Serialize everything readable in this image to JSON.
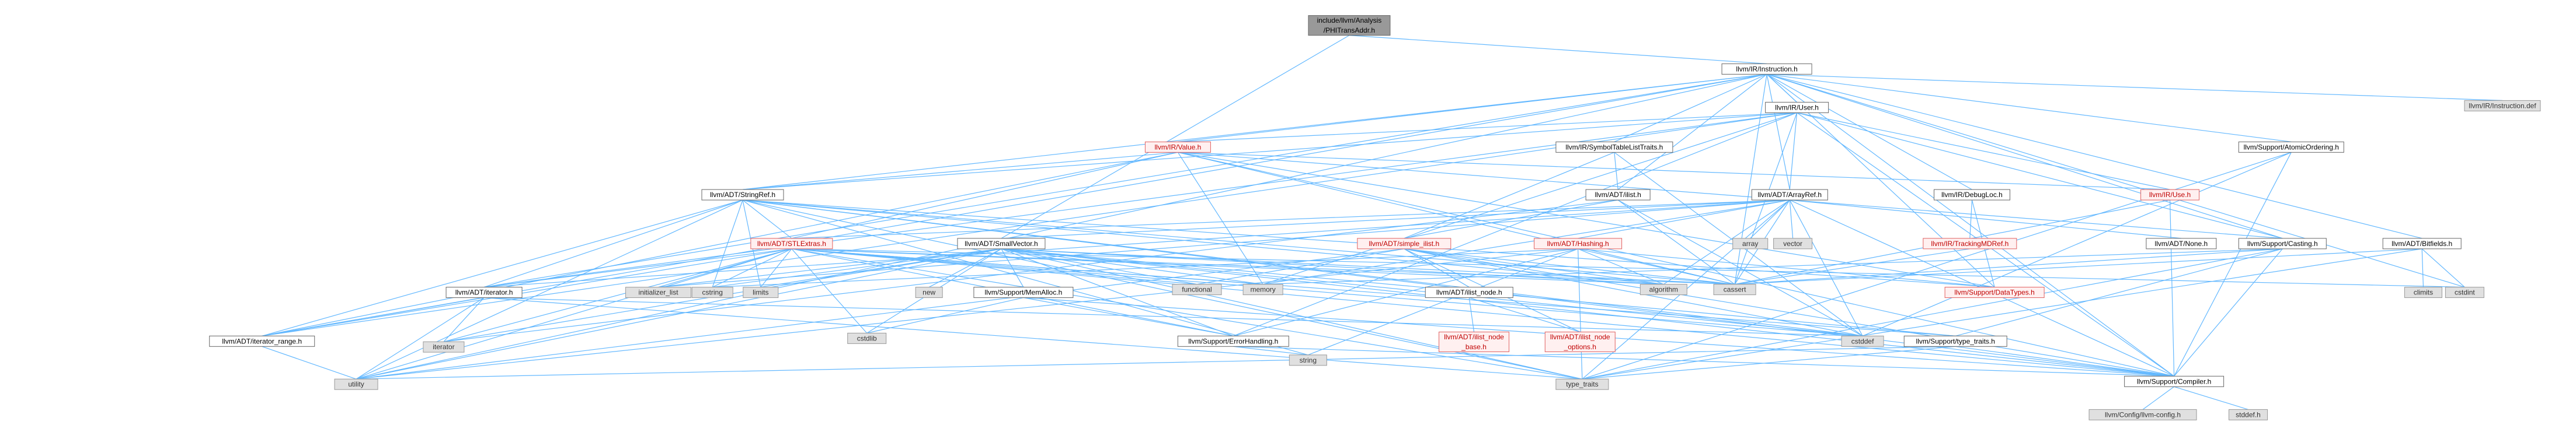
{
  "graph": {
    "edge_color": "#63b8ff",
    "nodes": [
      {
        "id": "root",
        "lines": [
          "include/llvm/Analysis",
          "/PHITransAddr.h"
        ],
        "style": "root"
      },
      {
        "id": "instruction",
        "lines": [
          "llvm/IR/Instruction.h"
        ],
        "style": "doc"
      },
      {
        "id": "user",
        "lines": [
          "llvm/IR/User.h"
        ],
        "style": "doc"
      },
      {
        "id": "value",
        "lines": [
          "llvm/IR/Value.h"
        ],
        "style": "red"
      },
      {
        "id": "symtab",
        "lines": [
          "llvm/IR/SymbolTableListTraits.h"
        ],
        "style": "doc"
      },
      {
        "id": "atomic",
        "lines": [
          "llvm/Support/AtomicOrdering.h"
        ],
        "style": "doc"
      },
      {
        "id": "instdef",
        "lines": [
          "llvm/IR/Instruction.def"
        ],
        "style": "sys"
      },
      {
        "id": "stringref",
        "lines": [
          "llvm/ADT/StringRef.h"
        ],
        "style": "doc"
      },
      {
        "id": "ilist",
        "lines": [
          "llvm/ADT/ilist.h"
        ],
        "style": "doc"
      },
      {
        "id": "arrayref",
        "lines": [
          "llvm/ADT/ArrayRef.h"
        ],
        "style": "doc"
      },
      {
        "id": "debugloc",
        "lines": [
          "llvm/IR/DebugLoc.h"
        ],
        "style": "doc"
      },
      {
        "id": "use",
        "lines": [
          "llvm/IR/Use.h"
        ],
        "style": "red"
      },
      {
        "id": "casting",
        "lines": [
          "llvm/Support/Casting.h"
        ],
        "style": "doc"
      },
      {
        "id": "bitfields",
        "lines": [
          "llvm/ADT/Bitfields.h"
        ],
        "style": "doc"
      },
      {
        "id": "stlextras",
        "lines": [
          "llvm/ADT/STLExtras.h"
        ],
        "style": "red"
      },
      {
        "id": "smallvector",
        "lines": [
          "llvm/ADT/SmallVector.h"
        ],
        "style": "doc"
      },
      {
        "id": "simplelist",
        "lines": [
          "llvm/ADT/simple_ilist.h"
        ],
        "style": "red"
      },
      {
        "id": "hashing",
        "lines": [
          "llvm/ADT/Hashing.h"
        ],
        "style": "red"
      },
      {
        "id": "trackingmd",
        "lines": [
          "llvm/IR/TrackingMDRef.h"
        ],
        "style": "red"
      },
      {
        "id": "none",
        "lines": [
          "llvm/ADT/None.h"
        ],
        "style": "doc"
      },
      {
        "id": "iterator",
        "lines": [
          "llvm/ADT/iterator.h"
        ],
        "style": "doc"
      },
      {
        "id": "memalloc",
        "lines": [
          "llvm/Support/MemAlloc.h"
        ],
        "style": "doc"
      },
      {
        "id": "ilistnode",
        "lines": [
          "llvm/ADT/ilist_node.h"
        ],
        "style": "doc"
      },
      {
        "id": "datatypes",
        "lines": [
          "llvm/Support/DataTypes.h"
        ],
        "style": "red"
      },
      {
        "id": "iterrange",
        "lines": [
          "llvm/ADT/iterator_range.h"
        ],
        "style": "doc"
      },
      {
        "id": "errhandling",
        "lines": [
          "llvm/Support/ErrorHandling.h"
        ],
        "style": "doc"
      },
      {
        "id": "nodebase",
        "lines": [
          "llvm/ADT/ilist_node",
          "_base.h"
        ],
        "style": "red"
      },
      {
        "id": "nodeopts",
        "lines": [
          "llvm/ADT/ilist_node",
          "_options.h"
        ],
        "style": "red"
      },
      {
        "id": "typetraitsh",
        "lines": [
          "llvm/Support/type_traits.h"
        ],
        "style": "doc"
      },
      {
        "id": "compiler",
        "lines": [
          "llvm/Support/Compiler.h"
        ],
        "style": "doc"
      },
      {
        "id": "config",
        "lines": [
          "llvm/Config/llvm-config.h"
        ],
        "style": "sys"
      },
      {
        "id": "stddef",
        "lines": [
          "stddef.h"
        ],
        "style": "sys"
      },
      {
        "id": "utility",
        "lines": [
          "utility"
        ],
        "style": "sys"
      },
      {
        "id": "string",
        "lines": [
          "string"
        ],
        "style": "sys"
      },
      {
        "id": "type_traits",
        "lines": [
          "type_traits"
        ],
        "style": "sys"
      },
      {
        "id": "iteratorstd",
        "lines": [
          "iterator"
        ],
        "style": "sys"
      },
      {
        "id": "cstddef",
        "lines": [
          "cstddef"
        ],
        "style": "sys"
      },
      {
        "id": "cassert",
        "lines": [
          "cassert"
        ],
        "style": "sys"
      },
      {
        "id": "algorithm",
        "lines": [
          "algorithm"
        ],
        "style": "sys"
      },
      {
        "id": "memory",
        "lines": [
          "memory"
        ],
        "style": "sys"
      },
      {
        "id": "functional",
        "lines": [
          "functional"
        ],
        "style": "sys"
      },
      {
        "id": "initlist",
        "lines": [
          "initializer_list"
        ],
        "style": "sys"
      },
      {
        "id": "cstring",
        "lines": [
          "cstring"
        ],
        "style": "sys"
      },
      {
        "id": "limits",
        "lines": [
          "limits"
        ],
        "style": "sys"
      },
      {
        "id": "new",
        "lines": [
          "new"
        ],
        "style": "sys"
      },
      {
        "id": "cstdlib",
        "lines": [
          "cstdlib"
        ],
        "style": "sys"
      },
      {
        "id": "array",
        "lines": [
          "array"
        ],
        "style": "sys"
      },
      {
        "id": "vector",
        "lines": [
          "vector"
        ],
        "style": "sys"
      },
      {
        "id": "cstdint",
        "lines": [
          "cstdint"
        ],
        "style": "sys"
      },
      {
        "id": "climits",
        "lines": [
          "climits"
        ],
        "style": "sys"
      }
    ],
    "edges": [
      [
        "root",
        "instruction"
      ],
      [
        "root",
        "smallvector"
      ],
      [
        "instruction",
        "user"
      ],
      [
        "instruction",
        "value"
      ],
      [
        "instruction",
        "symtab"
      ],
      [
        "instruction",
        "atomic"
      ],
      [
        "instruction",
        "instdef"
      ],
      [
        "instruction",
        "stringref"
      ],
      [
        "instruction",
        "ilist"
      ],
      [
        "instruction",
        "arrayref"
      ],
      [
        "instruction",
        "debugloc"
      ],
      [
        "instruction",
        "casting"
      ],
      [
        "instruction",
        "bitfields"
      ],
      [
        "instruction",
        "iterrange"
      ],
      [
        "instruction",
        "utility"
      ],
      [
        "instruction",
        "cstdint"
      ],
      [
        "instruction",
        "compiler"
      ],
      [
        "instruction",
        "cassert"
      ],
      [
        "instruction",
        "datatypes"
      ],
      [
        "instruction",
        "iterator"
      ],
      [
        "user",
        "value"
      ],
      [
        "user",
        "use"
      ],
      [
        "user",
        "casting"
      ],
      [
        "user",
        "compiler"
      ],
      [
        "user",
        "errhandling"
      ],
      [
        "user",
        "cassert"
      ],
      [
        "user",
        "iterator"
      ],
      [
        "user",
        "arrayref"
      ],
      [
        "user",
        "iterrange"
      ],
      [
        "user",
        "stringref"
      ],
      [
        "user",
        "memory"
      ],
      [
        "value",
        "stlextras"
      ],
      [
        "value",
        "stringref"
      ],
      [
        "value",
        "use"
      ],
      [
        "value",
        "casting"
      ],
      [
        "value",
        "compiler"
      ],
      [
        "value",
        "cassert"
      ],
      [
        "value",
        "iterrange"
      ],
      [
        "value",
        "memory"
      ],
      [
        "value",
        "datatypes"
      ],
      [
        "symtab",
        "simplelist"
      ],
      [
        "symtab",
        "ilist"
      ],
      [
        "symtab",
        "cstddef"
      ],
      [
        "atomic",
        "compiler"
      ],
      [
        "atomic",
        "type_traits"
      ],
      [
        "atomic",
        "cstddef"
      ],
      [
        "stringref",
        "stlextras"
      ],
      [
        "stringref",
        "iterrange"
      ],
      [
        "stringref",
        "compiler"
      ],
      [
        "stringref",
        "algorithm"
      ],
      [
        "stringref",
        "cassert"
      ],
      [
        "stringref",
        "cstddef"
      ],
      [
        "stringref",
        "cstring"
      ],
      [
        "stringref",
        "limits"
      ],
      [
        "stringref",
        "string"
      ],
      [
        "stringref",
        "type_traits"
      ],
      [
        "stringref",
        "utility"
      ],
      [
        "stringref",
        "iterator"
      ],
      [
        "stringref",
        "datatypes"
      ],
      [
        "ilist",
        "simplelist"
      ],
      [
        "ilist",
        "cassert"
      ],
      [
        "ilist",
        "cstddef"
      ],
      [
        "ilist",
        "iteratorstd"
      ],
      [
        "arrayref",
        "hashing"
      ],
      [
        "arrayref",
        "none"
      ],
      [
        "arrayref",
        "smallvector"
      ],
      [
        "arrayref",
        "stlextras"
      ],
      [
        "arrayref",
        "compiler"
      ],
      [
        "arrayref",
        "algorithm"
      ],
      [
        "arrayref",
        "array"
      ],
      [
        "arrayref",
        "cassert"
      ],
      [
        "arrayref",
        "cstddef"
      ],
      [
        "arrayref",
        "initlist"
      ],
      [
        "arrayref",
        "iterator"
      ],
      [
        "arrayref",
        "memory"
      ],
      [
        "arrayref",
        "type_traits"
      ],
      [
        "arrayref",
        "vector"
      ],
      [
        "debugloc",
        "trackingmd"
      ],
      [
        "debugloc",
        "datatypes"
      ],
      [
        "use",
        "compiler"
      ],
      [
        "use",
        "cassert"
      ],
      [
        "casting",
        "compiler"
      ],
      [
        "casting",
        "typetraitsh"
      ],
      [
        "casting",
        "cassert"
      ],
      [
        "casting",
        "memory"
      ],
      [
        "casting",
        "type_traits"
      ],
      [
        "bitfields",
        "cassert"
      ],
      [
        "bitfields",
        "climits"
      ],
      [
        "bitfields",
        "cstdint"
      ],
      [
        "bitfields",
        "type_traits"
      ],
      [
        "stlextras",
        "iterator"
      ],
      [
        "stlextras",
        "iterrange"
      ],
      [
        "stlextras",
        "compiler"
      ],
      [
        "stlextras",
        "errhandling"
      ],
      [
        "stlextras",
        "typetraitsh"
      ],
      [
        "stlextras",
        "algorithm"
      ],
      [
        "stlextras",
        "cassert"
      ],
      [
        "stlextras",
        "cstddef"
      ],
      [
        "stlextras",
        "cstdint"
      ],
      [
        "stlextras",
        "cstdlib"
      ],
      [
        "stlextras",
        "functional"
      ],
      [
        "stlextras",
        "initlist"
      ],
      [
        "stlextras",
        "iteratorstd"
      ],
      [
        "stlextras",
        "limits"
      ],
      [
        "stlextras",
        "memory"
      ],
      [
        "stlextras",
        "utility"
      ],
      [
        "stlextras",
        "type_traits"
      ],
      [
        "stlextras",
        "cstring"
      ],
      [
        "smallvector",
        "compiler"
      ],
      [
        "smallvector",
        "memalloc"
      ],
      [
        "smallvector",
        "typetraitsh"
      ],
      [
        "smallvector",
        "algorithm"
      ],
      [
        "smallvector",
        "cassert"
      ],
      [
        "smallvector",
        "cstddef"
      ],
      [
        "smallvector",
        "cstdlib"
      ],
      [
        "smallvector",
        "cstring"
      ],
      [
        "smallvector",
        "functional"
      ],
      [
        "smallvector",
        "initlist"
      ],
      [
        "smallvector",
        "iteratorstd"
      ],
      [
        "smallvector",
        "limits"
      ],
      [
        "smallvector",
        "memory"
      ],
      [
        "smallvector",
        "new"
      ],
      [
        "smallvector",
        "type_traits"
      ],
      [
        "smallvector",
        "utility"
      ],
      [
        "smallvector",
        "errhandling"
      ],
      [
        "simplelist",
        "ilistnode"
      ],
      [
        "simplelist",
        "nodeopts"
      ],
      [
        "simplelist",
        "compiler"
      ],
      [
        "simplelist",
        "algorithm"
      ],
      [
        "simplelist",
        "cassert"
      ],
      [
        "simplelist",
        "cstddef"
      ],
      [
        "simplelist",
        "functional"
      ],
      [
        "simplelist",
        "utility"
      ],
      [
        "hashing",
        "errhandling"
      ],
      [
        "hashing",
        "datatypes"
      ],
      [
        "hashing",
        "algorithm"
      ],
      [
        "hashing",
        "cassert"
      ],
      [
        "hashing",
        "cstring"
      ],
      [
        "hashing",
        "string"
      ],
      [
        "hashing",
        "type_traits"
      ],
      [
        "hashing",
        "utility"
      ],
      [
        "trackingmd",
        "cassert"
      ],
      [
        "iterator",
        "iterrange"
      ],
      [
        "iterator",
        "cstddef"
      ],
      [
        "iterator",
        "iteratorstd"
      ],
      [
        "iterator",
        "type_traits"
      ],
      [
        "iterator",
        "utility"
      ],
      [
        "memalloc",
        "compiler"
      ],
      [
        "memalloc",
        "errhandling"
      ],
      [
        "memalloc",
        "cstdlib"
      ],
      [
        "ilistnode",
        "nodebase"
      ],
      [
        "ilistnode",
        "nodeopts"
      ],
      [
        "iterrange",
        "utility"
      ],
      [
        "errhandling",
        "compiler"
      ],
      [
        "errhandling",
        "string"
      ],
      [
        "typetraitsh",
        "compiler"
      ],
      [
        "typetraitsh",
        "type_traits"
      ],
      [
        "typetraitsh",
        "utility"
      ],
      [
        "compiler",
        "config"
      ],
      [
        "compiler",
        "stddef"
      ]
    ]
  }
}
